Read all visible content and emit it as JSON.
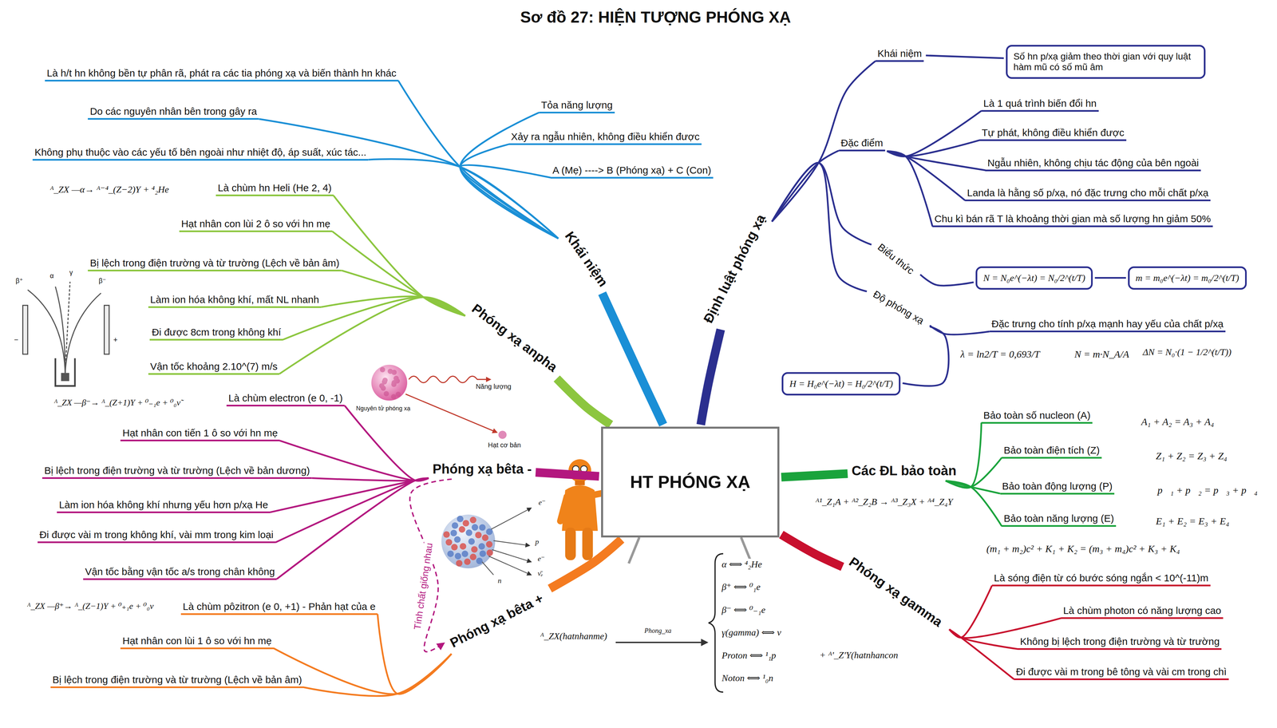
{
  "diagram": {
    "title": "Sơ đồ 27: HIỆN TƯỢNG PHÓNG XẠ",
    "nodes": [
      {
        "text": [
          "HT PHÓNG XẠ"
        ]
      },
      {
        "text": [
          "Khái niệm"
        ]
      },
      {
        "text": [
          "Tỏa năng lượng"
        ]
      },
      {
        "text": [
          "Xảy ra ngẫu nhiên, không điều khiển được"
        ]
      },
      {
        "text": [
          "A (Mẹ) ----> B (Phóng xạ) + C (Con)"
        ]
      },
      {
        "text": [
          "Là h/t hn không bền tự phân rã, phát ra các tia phóng xạ và biến thành hn khác"
        ]
      },
      {
        "text": [
          "Do các nguyên nhân bên trong gây ra"
        ]
      },
      {
        "text": [
          "Không phụ thuộc vào các yếu tố bên ngoài như nhiệt độ, áp suất, xúc tác..."
        ]
      },
      {
        "text": [
          "Phóng xạ anpha"
        ]
      },
      {
        "text": [
          "Là chùm hn Heli (He 2, 4)"
        ]
      },
      {
        "text": [
          "Hạt nhân con lùi 2 ô so với hn mẹ"
        ]
      },
      {
        "text": [
          "Bị lệch trong điện trường và từ trường (Lệch về bản âm)"
        ]
      },
      {
        "text": [
          "Làm ion hóa không khí, mất NL nhanh"
        ]
      },
      {
        "text": [
          "Đi được 8cm trong không khí"
        ]
      },
      {
        "text": [
          "Vận tốc khoảng 2.10^(7) m/s"
        ]
      },
      {
        "text": [
          "Phóng xạ bêta -"
        ]
      },
      {
        "text": [
          "Là chùm electron (e 0, -1)"
        ]
      },
      {
        "text": [
          "Hạt nhân con tiến 1 ô so với hn mẹ"
        ]
      },
      {
        "text": [
          "Bị lệch trong điện trường và từ trường (Lệch về bản dương)"
        ]
      },
      {
        "text": [
          "Làm ion hóa không khí nhưng yếu hơn p/xạ He"
        ]
      },
      {
        "text": [
          "Đi được vài m trong không khí, vài mm trong kim loại"
        ]
      },
      {
        "text": [
          "Vận tốc bằng vận tốc a/s trong chân không"
        ]
      },
      {
        "text": [
          "Phóng xạ bêta +"
        ]
      },
      {
        "text": [
          "Là chùm pôzitron (e 0, +1) - Phản hạt của e"
        ]
      },
      {
        "text": [
          "Hạt nhân con lùi 1 ô so với hn mẹ"
        ]
      },
      {
        "text": [
          "Bị lệch trong điện trường và từ trường (Lệch về bản âm)"
        ]
      },
      {
        "text": [
          "Định luật phóng xạ"
        ]
      },
      {
        "text": [
          "Khái niệm"
        ]
      },
      {
        "text": [
          "Số hn p/xạ giảm theo thời gian với quy luật hàm mũ có số mũ âm"
        ]
      },
      {
        "text": [
          "Đặc điểm"
        ]
      },
      {
        "text": [
          "Là 1 quá trình biến đổi hn"
        ]
      },
      {
        "text": [
          "Tự phát, không điều khiển được"
        ]
      },
      {
        "text": [
          "Ngẫu nhiên, không chịu tác động của bên ngoài"
        ]
      },
      {
        "text": [
          "Landa là hằng số p/xạ, nó đặc trưng cho mỗi chất p/xạ"
        ]
      },
      {
        "text": [
          "Chu kì bán rã T là khoảng thời gian mà số lượng hn giảm 50%"
        ]
      },
      {
        "text": [
          "Biểu thức"
        ]
      },
      {
        "text": [
          "N = N₀e^(−λt) = N₀/2^(t/T)"
        ]
      },
      {
        "text": [
          "m = m₀e^(−λt) = m₀/2^(t/T)"
        ]
      },
      {
        "text": [
          "Độ phóng xạ"
        ]
      },
      {
        "text": [
          "Đặc trưng cho tính p/xạ mạnh hay yếu của chất p/xạ"
        ]
      },
      {
        "text": [
          "H = H₀e^(−λt) = H₀/2^(t/T)"
        ]
      },
      {
        "text": [
          "Các ĐL bảo toàn"
        ]
      },
      {
        "text": [
          "Bảo toàn số nucleon (A)"
        ]
      },
      {
        "text": [
          "Bảo toàn điện tích (Z)"
        ]
      },
      {
        "text": [
          "Bảo toàn động lượng (P)"
        ]
      },
      {
        "text": [
          "Bảo toàn năng lượng (E)"
        ]
      },
      {
        "text": [
          "Phóng xạ gamma"
        ]
      },
      {
        "text": [
          "Là sóng điện từ có bước sóng ngắn < 10^(-11)m"
        ]
      },
      {
        "text": [
          "Là chùm photon có năng lượng cao"
        ]
      },
      {
        "text": [
          "Không bị lệch trong điện trường và từ trường"
        ]
      },
      {
        "text": [
          "Đi được vài m trong bê tông và vài cm trong chì"
        ]
      }
    ],
    "edges": [
      {
        "from": 0,
        "to": 1,
        "arrow": "none"
      },
      {
        "from": 1,
        "to": 2,
        "arrow": "none"
      },
      {
        "from": 1,
        "to": 3,
        "arrow": "none"
      },
      {
        "from": 1,
        "to": 4,
        "arrow": "none"
      },
      {
        "from": 1,
        "to": 5,
        "arrow": "none"
      },
      {
        "from": 1,
        "to": 6,
        "arrow": "none"
      },
      {
        "from": 1,
        "to": 7,
        "arrow": "none"
      },
      {
        "from": 0,
        "to": 8,
        "arrow": "none"
      },
      {
        "from": 8,
        "to": 9,
        "arrow": "none"
      },
      {
        "from": 8,
        "to": 10,
        "arrow": "none"
      },
      {
        "from": 8,
        "to": 11,
        "arrow": "none"
      },
      {
        "from": 8,
        "to": 12,
        "arrow": "none"
      },
      {
        "from": 8,
        "to": 13,
        "arrow": "none"
      },
      {
        "from": 8,
        "to": 14,
        "arrow": "none"
      },
      {
        "from": 0,
        "to": 15,
        "arrow": "none"
      },
      {
        "from": 15,
        "to": 16,
        "arrow": "none"
      },
      {
        "from": 15,
        "to": 17,
        "arrow": "none"
      },
      {
        "from": 15,
        "to": 18,
        "arrow": "none"
      },
      {
        "from": 15,
        "to": 19,
        "arrow": "none"
      },
      {
        "from": 15,
        "to": 20,
        "arrow": "none"
      },
      {
        "from": 15,
        "to": 21,
        "arrow": "none"
      },
      {
        "from": 0,
        "to": 22,
        "arrow": "none"
      },
      {
        "from": 22,
        "to": 23,
        "arrow": "none"
      },
      {
        "from": 22,
        "to": 24,
        "arrow": "none"
      },
      {
        "from": 22,
        "to": 25,
        "arrow": "none"
      },
      {
        "from": 15,
        "to": 22,
        "label": "Tính chất giống nhau",
        "arrow": "to"
      },
      {
        "from": 0,
        "to": 26,
        "arrow": "none"
      },
      {
        "from": 26,
        "to": 27,
        "arrow": "none"
      },
      {
        "from": 27,
        "to": 28,
        "arrow": "none"
      },
      {
        "from": 26,
        "to": 29,
        "arrow": "none"
      },
      {
        "from": 29,
        "to": 30,
        "arrow": "none"
      },
      {
        "from": 29,
        "to": 31,
        "arrow": "none"
      },
      {
        "from": 29,
        "to": 32,
        "arrow": "none"
      },
      {
        "from": 29,
        "to": 33,
        "arrow": "none"
      },
      {
        "from": 29,
        "to": 34,
        "arrow": "none"
      },
      {
        "from": 26,
        "to": 35,
        "arrow": "none"
      },
      {
        "from": 35,
        "to": 36,
        "arrow": "none"
      },
      {
        "from": 36,
        "to": 37,
        "arrow": "none"
      },
      {
        "from": 26,
        "to": 38,
        "arrow": "none"
      },
      {
        "from": 38,
        "to": 39,
        "arrow": "none"
      },
      {
        "from": 38,
        "to": 40,
        "arrow": "none"
      },
      {
        "from": 0,
        "to": 41,
        "arrow": "none"
      },
      {
        "from": 41,
        "to": 42,
        "arrow": "none"
      },
      {
        "from": 41,
        "to": 43,
        "arrow": "none"
      },
      {
        "from": 41,
        "to": 44,
        "arrow": "none"
      },
      {
        "from": 41,
        "to": 45,
        "arrow": "none"
      },
      {
        "from": 0,
        "to": 46,
        "arrow": "none"
      },
      {
        "from": 46,
        "to": 47,
        "arrow": "none"
      },
      {
        "from": 46,
        "to": 48,
        "arrow": "none"
      },
      {
        "from": 46,
        "to": 49,
        "arrow": "none"
      },
      {
        "from": 46,
        "to": 50,
        "arrow": "none"
      }
    ],
    "labels": [
      "ᴬ_ZX —α→ ᴬ⁻⁴_(Z−2)Y + ⁴₂He",
      "β⁺",
      "α",
      "γ",
      "β⁻",
      "−",
      "+",
      "ᴬ_ZX —β⁻→ ᴬ_(Z+1)Y + ⁰₋₁e + ⁰₀ν̃",
      "ᴬ_ZX —β⁺→ ᴬ_(Z−1)Y + ⁰₊₁e + ⁰₀ν",
      "Năng lượng",
      "Nguyên tử phóng xạ",
      "Hạt cơ bản",
      "e⁻",
      "p",
      "e⁻",
      "ν̄ₑ",
      "n",
      "λ = ln2/T = 0,693/T",
      "N = m·N_A/A",
      "ΔN = N₀·(1 − 1/2^(t/T))",
      "A₁ + A₂ = A₃ + A₄",
      "Z₁ + Z₂ = Z₃ + Z₄",
      "p⃗₁ + p⃗₂ = p⃗₃ + p⃗₄",
      "E₁ + E₂ = E₃ + E₄",
      "(m₁ + m₂)c² + K₁ + K₂ = (m₃ + m₄)c² + K₃ + K₄",
      "ᴬ¹_Z₁A + ᴬ²_Z₂B → ᴬ³_Z₃X + ᴬ⁴_Z₄Y",
      "ᴬ_ZX(hatnhanme)",
      "Phong_xa",
      "α ⟺ ⁴₂He",
      "β⁺ ⟺ ⁰₁e",
      "β⁻ ⟺ ⁰₋₁e",
      "γ(gamma) ⟺ ν",
      "Proton ⟺ ¹₁p",
      "Noton ⟺ ¹₀n",
      "+ ᴬ'_Z'Y(hatnhancon"
    ]
  }
}
